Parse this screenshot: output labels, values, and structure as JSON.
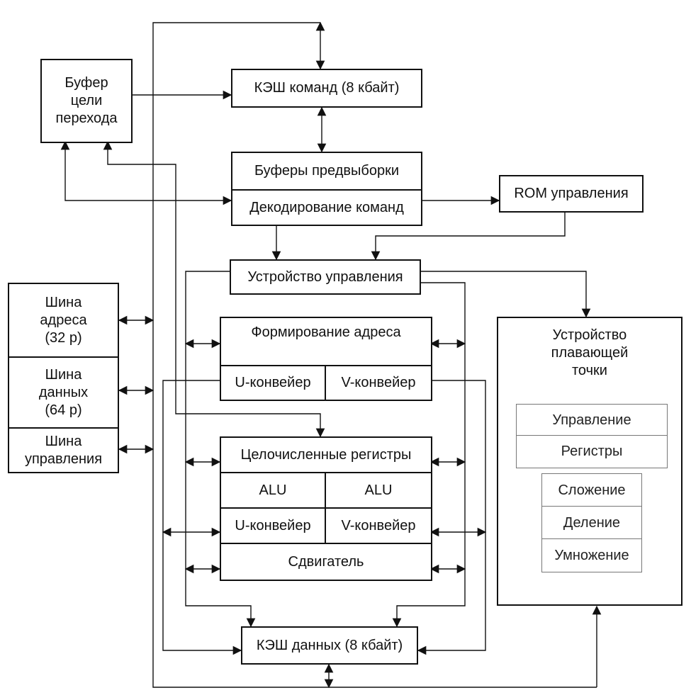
{
  "blocks": {
    "btb": "Буфер\nцели\nперехода",
    "icache": "КЭШ команд (8 кбайт)",
    "prefetch": "Буферы предвыборки",
    "decode": "Декодирование команд",
    "rom": "ROM управления",
    "control_unit": "Устройство управления",
    "addr_bus": "Шина\nадреса\n(32 р)",
    "data_bus": "Шина\nданных\n(64 р)",
    "ctrl_bus": "Шина\nуправления",
    "addr_gen": "Формирование адреса",
    "addr_u_pipe": "U-конвейер",
    "addr_v_pipe": "V-конвейер",
    "int_regs": "Целочисленные регистры",
    "alu_u": "ALU",
    "alu_v": "ALU",
    "exec_u_pipe": "U-конвейер",
    "exec_v_pipe": "V-конвейер",
    "shifter": "Сдвигатель",
    "dcache": "КЭШ данных (8 кбайт)",
    "fpu": "Устройство\nплавающей\nточки",
    "fpu_control": "Управление",
    "fpu_regs": "Регистры",
    "fpu_add": "Сложение",
    "fpu_div": "Деление",
    "fpu_mul": "Умножение"
  },
  "colors": {
    "line": "#111111",
    "thin_border": "#777777",
    "background": "#ffffff"
  }
}
